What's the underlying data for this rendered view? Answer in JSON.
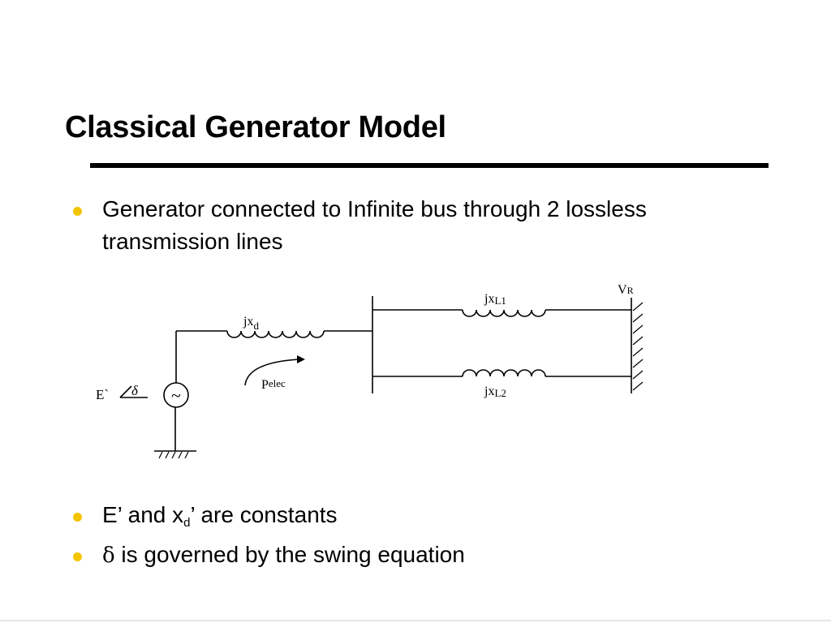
{
  "slide": {
    "title": "Classical Generator Model",
    "bullets": [
      "Generator connected to Infinite bus through 2 lossless transmission lines"
    ],
    "bullet2": {
      "pre": "E’ and x",
      "sub": "d",
      "post": "’ are constants"
    },
    "bullet3": {
      "symbol": "δ",
      "text": " is governed by the swing equation"
    },
    "bullet_color": "#f5c400"
  },
  "diagram": {
    "labels": {
      "source_voltage": "E`",
      "source_angle": "δ",
      "generator_reactance": "jx",
      "generator_reactance_sub": "d",
      "power_flow": "P",
      "power_flow_sub": "elec",
      "line1": "jx",
      "line1_sub": "L1",
      "line2": "jx",
      "line2_sub": "L2",
      "bus_voltage": "V",
      "bus_voltage_sub": "R"
    },
    "source_symbol": "~"
  }
}
